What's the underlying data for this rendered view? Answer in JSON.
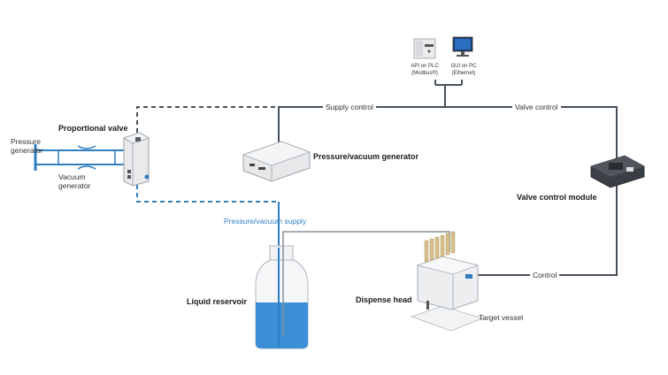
{
  "labels": {
    "pressure_generator": [
      "Pressure",
      "generator"
    ],
    "proportional_valve": "Proportional valve",
    "vacuum_generator": [
      "Vacuum",
      "generator"
    ],
    "pressure_vacuum_generator": "Pressure/vacuum generator",
    "pressure_vacuum_supply": "Pressure/vacuum supply",
    "supply_control": "Supply control",
    "valve_control": "Valve control",
    "valve_control_module": "Valve control module",
    "control": "Control",
    "api_on_plc": [
      "API on PLC",
      "(Modbus®)"
    ],
    "gui_on_pc": [
      "GUI on PC",
      "(Ethernet)"
    ],
    "liquid_reservoir": "Liquid reservoir",
    "dispense_head": "Dispense head",
    "target_vessel": "Target vessel"
  },
  "colors": {
    "line_dark": "#46505a",
    "line_blue": "#2e7fc1",
    "liquid": "#3c8fd6"
  },
  "icons": [
    "plc-icon",
    "pc-monitor-icon",
    "proportional-valve-icon",
    "generator-box-icon",
    "valve-module-icon",
    "bottle-icon",
    "dispense-head-icon"
  ]
}
